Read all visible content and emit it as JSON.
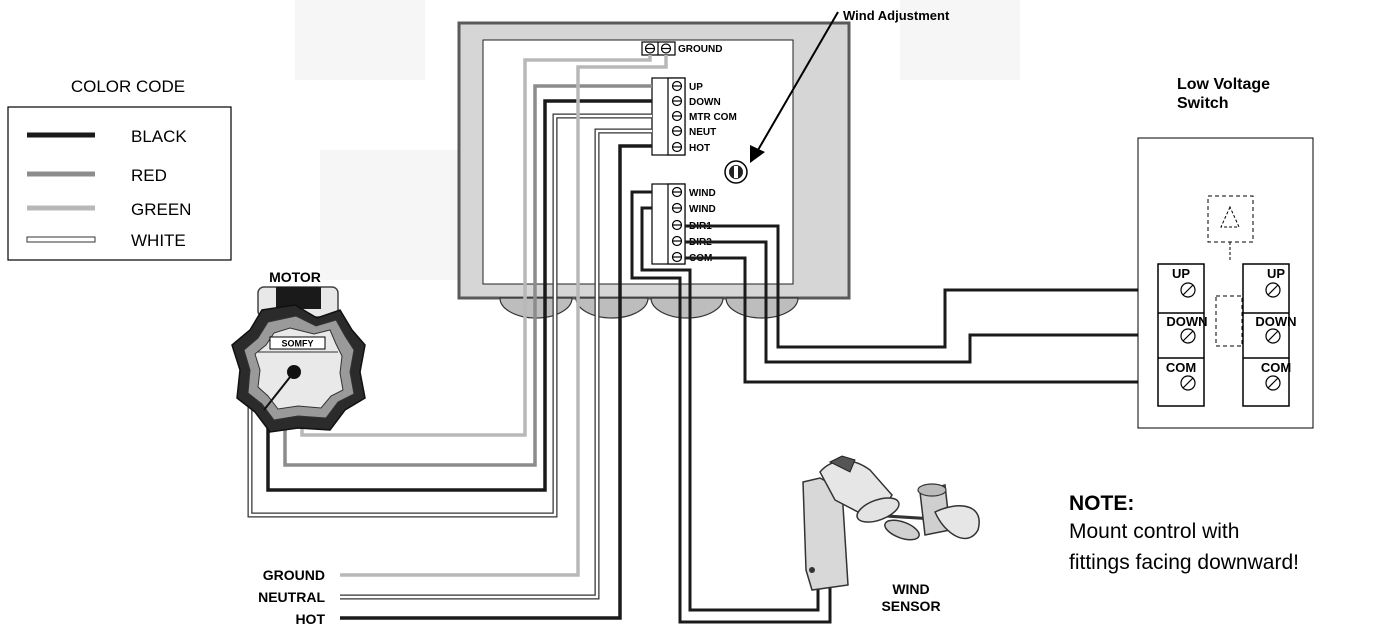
{
  "color_code": {
    "title": "COLOR CODE",
    "entries": [
      {
        "label": "BLACK",
        "color": "#1a1a1a"
      },
      {
        "label": "RED",
        "color": "#8c8c8c"
      },
      {
        "label": "GREEN",
        "color": "#b8b8b8"
      },
      {
        "label": "WHITE",
        "color": "#ffffff"
      }
    ]
  },
  "control_box": {
    "terminals_top": [
      "GROUND"
    ],
    "terminals_power": [
      "UP",
      "DOWN",
      "MTR COM",
      "NEUT",
      "HOT"
    ],
    "terminals_sensor": [
      "WIND",
      "WIND",
      "DIR1",
      "DIR2",
      "COM"
    ],
    "wind_adjustment_label": "Wind Adjustment"
  },
  "motor": {
    "label": "MOTOR",
    "brand": "SOMFY"
  },
  "switch": {
    "title_line1": "Low Voltage",
    "title_line2": "Switch",
    "left_terminals": [
      "UP",
      "DOWN",
      "COM"
    ],
    "right_terminals": [
      "UP",
      "DOWN",
      "COM"
    ]
  },
  "supply": {
    "ground": "GROUND",
    "neutral": "NEUTRAL",
    "hot": "HOT"
  },
  "wind_sensor": {
    "line1": "WIND",
    "line2": "SENSOR"
  },
  "note": {
    "title": "NOTE:",
    "line1": "Mount control with",
    "line2": "fittings facing downward!"
  },
  "colors": {
    "black": "#1a1a1a",
    "red": "#8c8c8c",
    "green": "#b8b8b8",
    "box_fill": "#d6d6d6",
    "box_stroke": "#5a5a5a"
  }
}
